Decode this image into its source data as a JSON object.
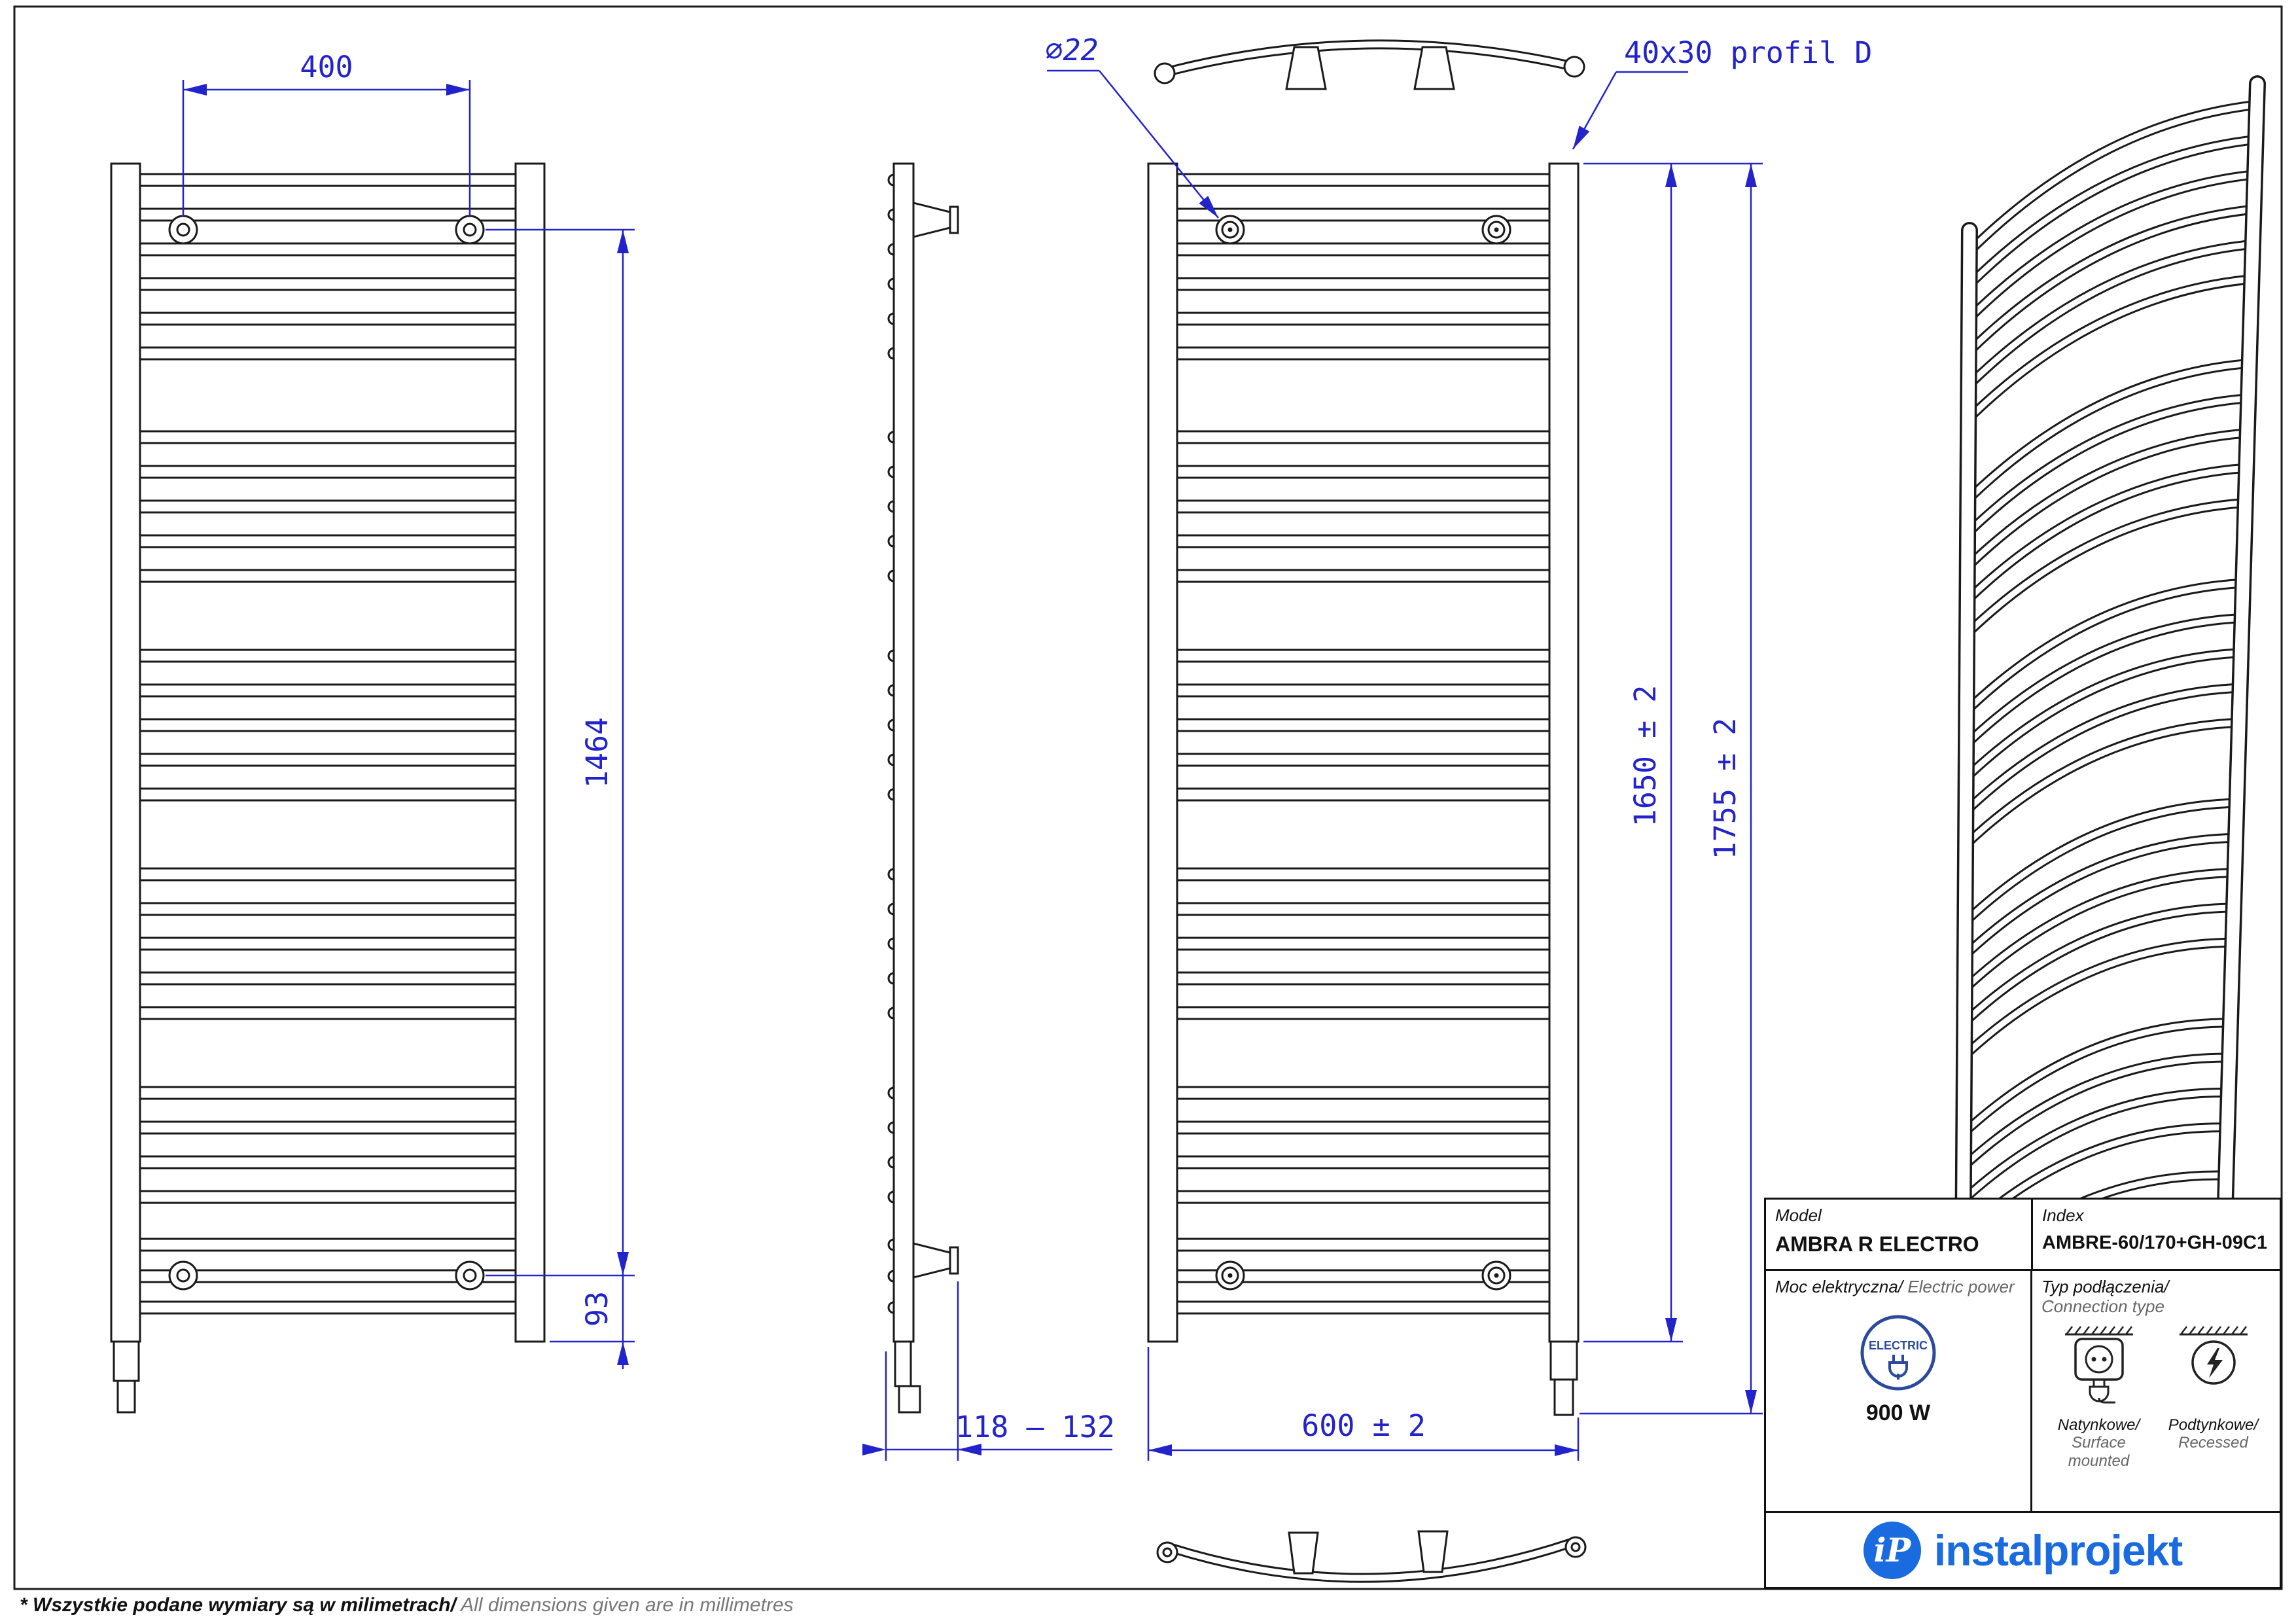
{
  "page": {
    "footnote_pl": "* Wszystkie podane wymiary są w milimetrach/",
    "footnote_en": " All dimensions given are in millimetres"
  },
  "dims": {
    "top_spacing": "400",
    "mount_height": "1464",
    "bottom_offset": "93",
    "depth": "118 – 132",
    "tube_diameter": "⌀22",
    "profile": "40x30 profil D",
    "body_height": "1650 ± 2",
    "total_height": "1755 ± 2",
    "width": "600 ± 2"
  },
  "table": {
    "model_label": "Model",
    "model_value": "AMBRA R ELECTRO",
    "index_label": "Index",
    "index_value": "AMBRE-60/170+GH-09C1",
    "power_label_pl": "Moc elektryczna/",
    "power_label_en": "Electric power",
    "electric_badge": "ELECTRIC",
    "power_value": "900 W",
    "connection_label_pl": "Typ podłączenia/",
    "connection_label_en": "Connection type",
    "surface_label_pl": "Natynkowe/",
    "surface_label_en": "Surface mounted",
    "recessed_label_pl": "Podtynkowe/",
    "recessed_label_en": "Recessed"
  },
  "logo": {
    "monogram": "iP",
    "name": "instalprojekt"
  },
  "colors": {
    "dimension_blue": "#2323cb",
    "line_black": "#1a1a1a",
    "logo_blue": "#1a6be0",
    "badge_blue": "#2b4a9e"
  }
}
